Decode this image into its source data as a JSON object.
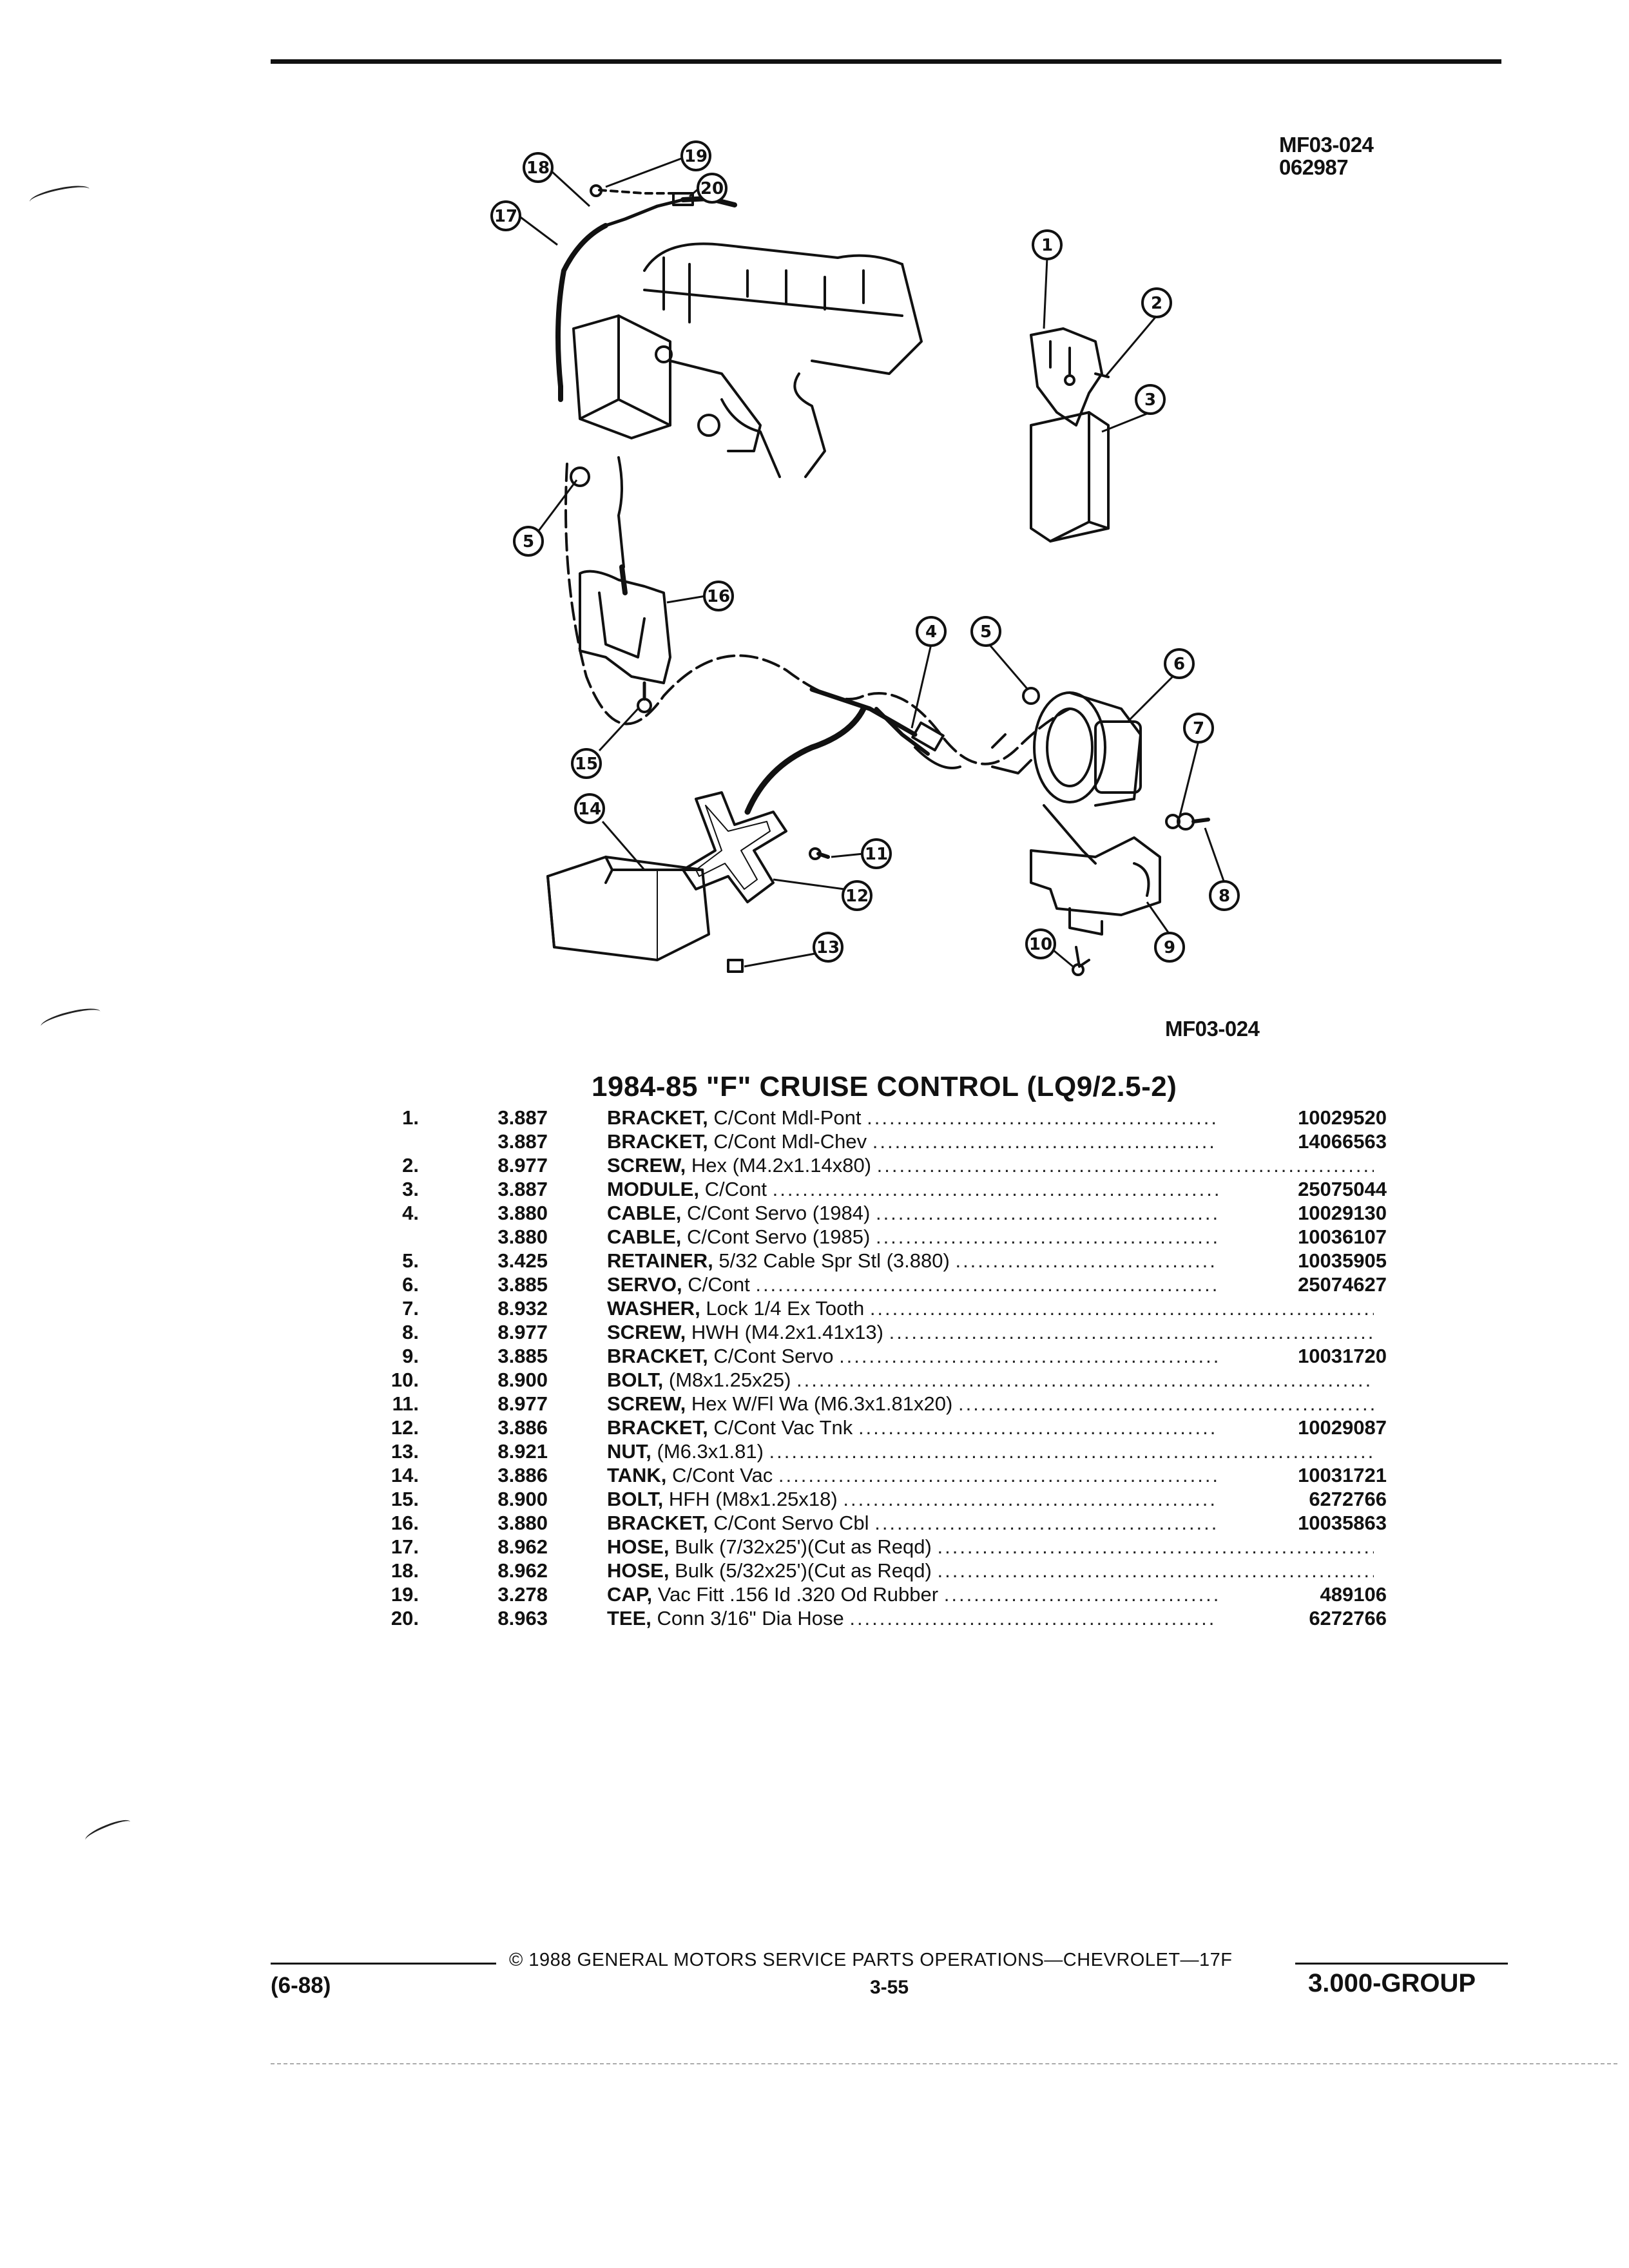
{
  "header": {
    "figure_code": "MF03-024",
    "figure_date": "062987"
  },
  "diagram": {
    "callouts": [
      "1",
      "2",
      "3",
      "4",
      "5",
      "5",
      "6",
      "7",
      "8",
      "9",
      "10",
      "11",
      "12",
      "13",
      "14",
      "15",
      "16",
      "17",
      "18",
      "19",
      "20"
    ],
    "caption_code": "MF03-024"
  },
  "title": "1984-85 \"F\" CRUISE CONTROL (LQ9/2.5-2)",
  "parts": [
    {
      "no": "1.",
      "grp": "3.887",
      "name": "BRACKET,",
      "spec": "C/Cont Mdl-Pont",
      "pn": "10029520"
    },
    {
      "no": "",
      "grp": "3.887",
      "name": "BRACKET,",
      "spec": "C/Cont Mdl-Chev",
      "pn": "14066563"
    },
    {
      "no": "2.",
      "grp": "8.977",
      "name": "SCREW,",
      "spec": "Hex (M4.2x1.14x80)",
      "pn": ""
    },
    {
      "no": "3.",
      "grp": "3.887",
      "name": "MODULE,",
      "spec": "C/Cont",
      "pn": "25075044"
    },
    {
      "no": "4.",
      "grp": "3.880",
      "name": "CABLE,",
      "spec": "C/Cont Servo (1984)",
      "pn": "10029130"
    },
    {
      "no": "",
      "grp": "3.880",
      "name": "CABLE,",
      "spec": "C/Cont Servo (1985)",
      "pn": "10036107"
    },
    {
      "no": "5.",
      "grp": "3.425",
      "name": "RETAINER,",
      "spec": "5/32 Cable Spr Stl (3.880)",
      "pn": "10035905"
    },
    {
      "no": "6.",
      "grp": "3.885",
      "name": "SERVO,",
      "spec": "C/Cont",
      "pn": "25074627"
    },
    {
      "no": "7.",
      "grp": "8.932",
      "name": "WASHER,",
      "spec": "Lock 1/4 Ex Tooth",
      "pn": ""
    },
    {
      "no": "8.",
      "grp": "8.977",
      "name": "SCREW,",
      "spec": "HWH (M4.2x1.41x13)",
      "pn": ""
    },
    {
      "no": "9.",
      "grp": "3.885",
      "name": "BRACKET,",
      "spec": "C/Cont Servo",
      "pn": "10031720"
    },
    {
      "no": "10.",
      "grp": "8.900",
      "name": "BOLT,",
      "spec": "(M8x1.25x25)",
      "pn": ""
    },
    {
      "no": "11.",
      "grp": "8.977",
      "name": "SCREW,",
      "spec": "Hex W/Fl Wa (M6.3x1.81x20)",
      "pn": ""
    },
    {
      "no": "12.",
      "grp": "3.886",
      "name": "BRACKET,",
      "spec": "C/Cont Vac Tnk",
      "pn": "10029087"
    },
    {
      "no": "13.",
      "grp": "8.921",
      "name": "NUT,",
      "spec": "(M6.3x1.81)",
      "pn": ""
    },
    {
      "no": "14.",
      "grp": "3.886",
      "name": "TANK,",
      "spec": "C/Cont Vac",
      "pn": "10031721"
    },
    {
      "no": "15.",
      "grp": "8.900",
      "name": "BOLT,",
      "spec": "HFH (M8x1.25x18)",
      "pn": "6272766"
    },
    {
      "no": "16.",
      "grp": "3.880",
      "name": "BRACKET,",
      "spec": "C/Cont Servo Cbl",
      "pn": "10035863"
    },
    {
      "no": "17.",
      "grp": "8.962",
      "name": "HOSE,",
      "spec": "Bulk (7/32x25')(Cut as Reqd)",
      "pn": ""
    },
    {
      "no": "18.",
      "grp": "8.962",
      "name": "HOSE,",
      "spec": "Bulk (5/32x25')(Cut as Reqd)",
      "pn": ""
    },
    {
      "no": "19.",
      "grp": "3.278",
      "name": "CAP,",
      "spec": "Vac Fitt .156 Id .320 Od Rubber",
      "pn": "489106"
    },
    {
      "no": "20.",
      "grp": "8.963",
      "name": "TEE,",
      "spec": "Conn 3/16\" Dia Hose",
      "pn": "6272766"
    }
  ],
  "footer": {
    "copyright": "© 1988 GENERAL MOTORS SERVICE PARTS OPERATIONS—CHEVROLET—17F",
    "date": "(6-88)",
    "page": "3-55",
    "group": "3.000-GROUP"
  }
}
